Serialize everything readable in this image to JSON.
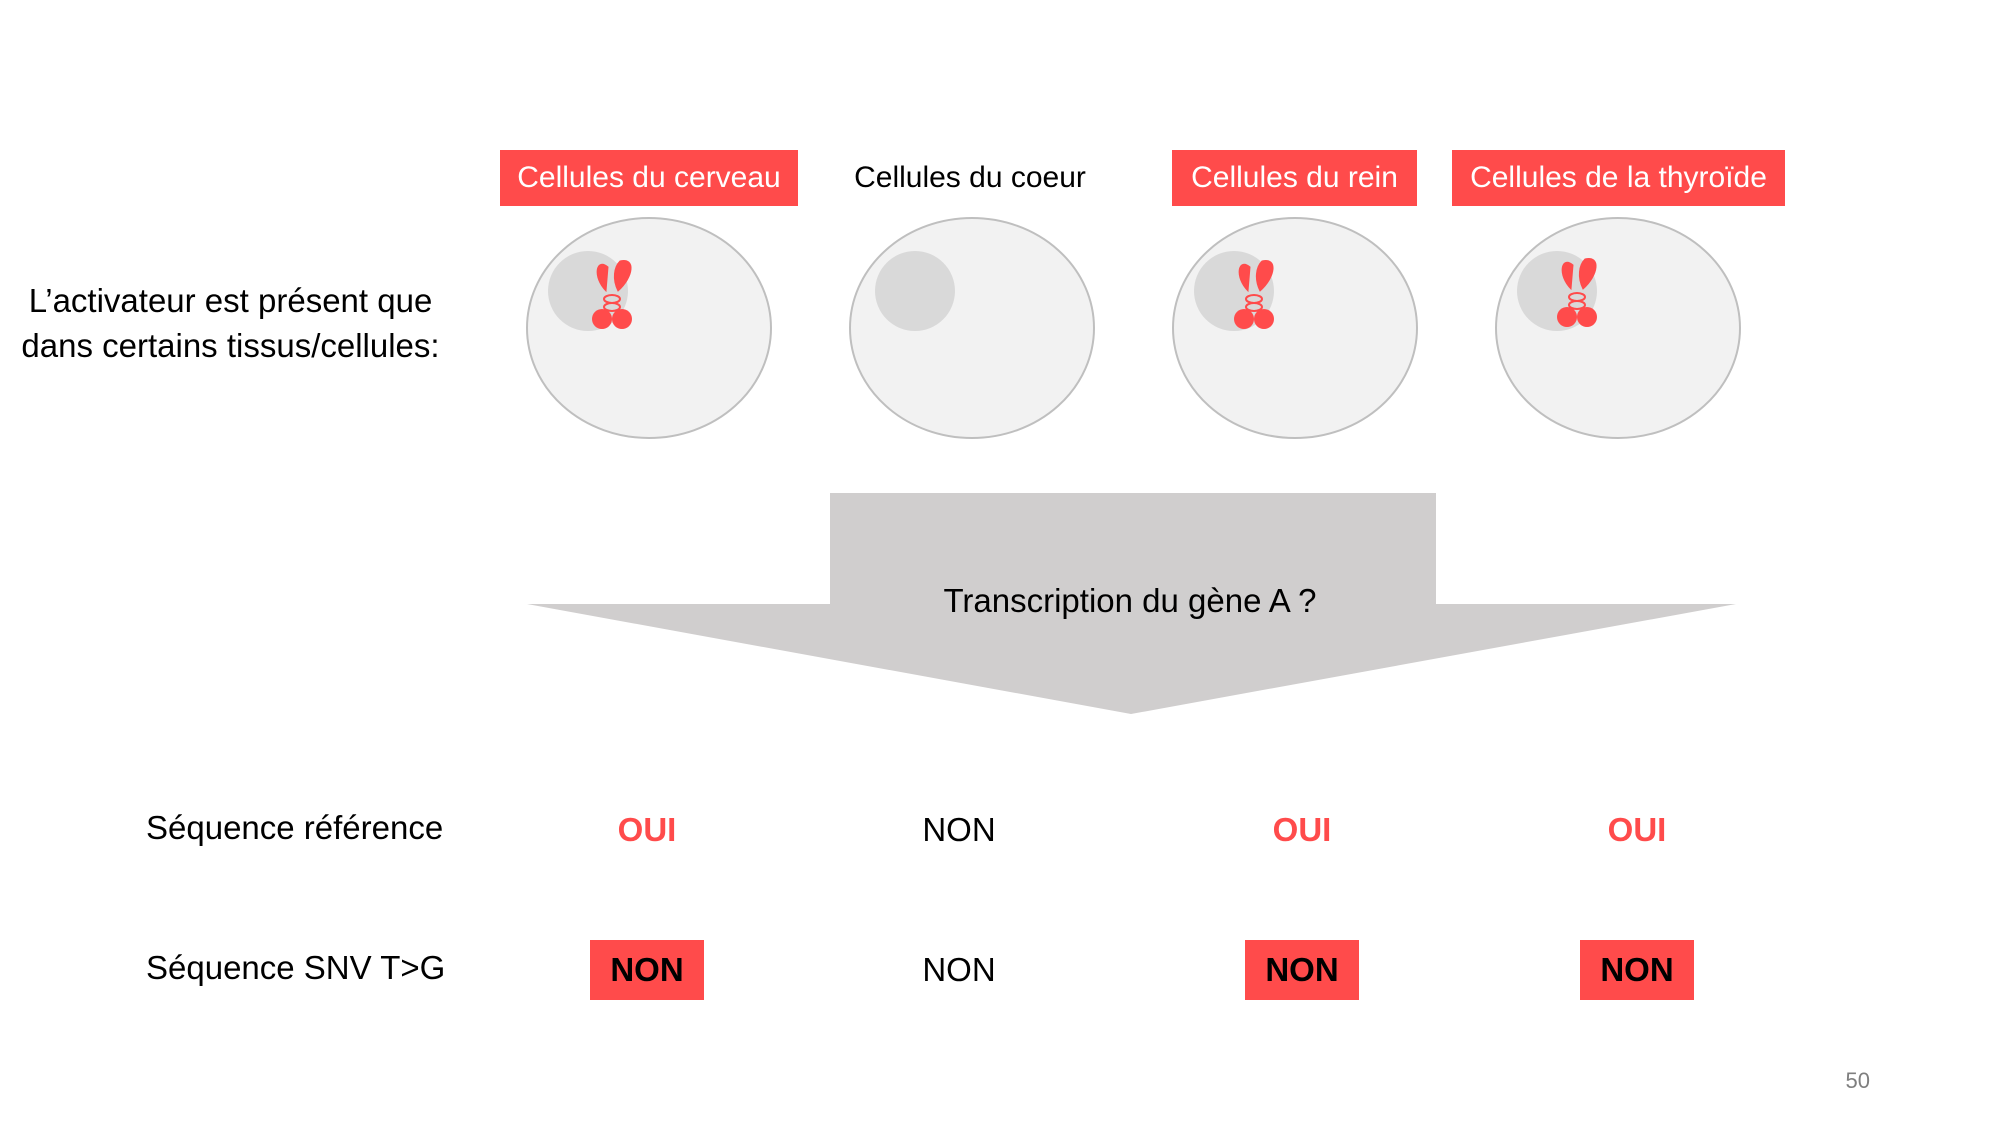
{
  "colors": {
    "accent": "#ff4b4b",
    "cell_fill": "#f2f2f2",
    "cell_stroke": "#bfbfbf",
    "nucleus": "#d9d9d9",
    "arrow": "#d0cece"
  },
  "tissues": [
    {
      "label": "Cellules du cerveau",
      "highlighted": true,
      "activator": true
    },
    {
      "label": "Cellules du coeur",
      "highlighted": false,
      "activator": false
    },
    {
      "label": "Cellules du rein",
      "highlighted": true,
      "activator": true
    },
    {
      "label": "Cellules de la thyroïde",
      "highlighted": true,
      "activator": true
    }
  ],
  "left_caption": "L’activateur est présent que dans certains tissus/cellules:",
  "arrow_label": "Transcription du gène A ?",
  "rows": [
    {
      "label": "Séquence référence",
      "answers": [
        "OUI",
        "NON",
        "OUI",
        "OUI"
      ],
      "style": [
        "red-text",
        "plain",
        "red-text",
        "red-text"
      ]
    },
    {
      "label": "Séquence SNV T>G",
      "answers": [
        "NON",
        "NON",
        "NON",
        "NON"
      ],
      "style": [
        "boxed",
        "plain",
        "boxed",
        "boxed"
      ]
    }
  ],
  "page_number": "50",
  "icons": {
    "activator": "activator-protein-icon"
  }
}
